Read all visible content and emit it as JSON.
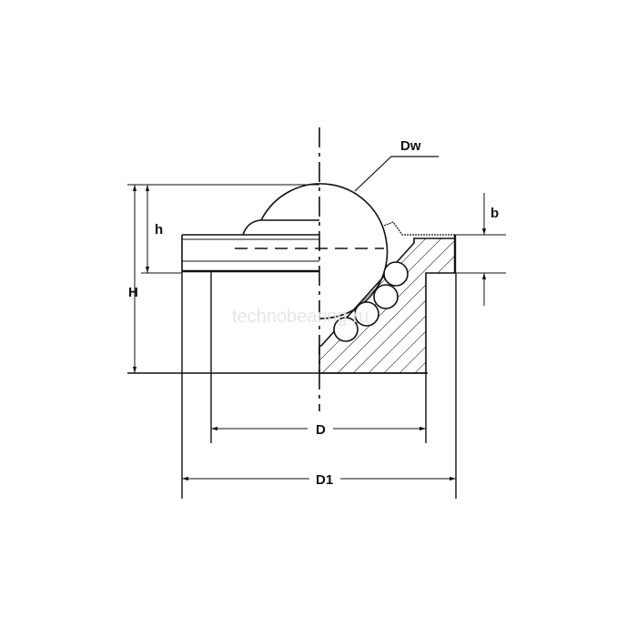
{
  "drawing": {
    "labels": {
      "ball_diameter": "Dw",
      "flange_thickness": "b",
      "ball_protrusion": "h",
      "total_height": "H",
      "body_diameter": "D",
      "flange_diameter": "D1"
    },
    "watermark": "technobearing.ru",
    "colors": {
      "line": "#111111",
      "background": "#ffffff"
    }
  }
}
